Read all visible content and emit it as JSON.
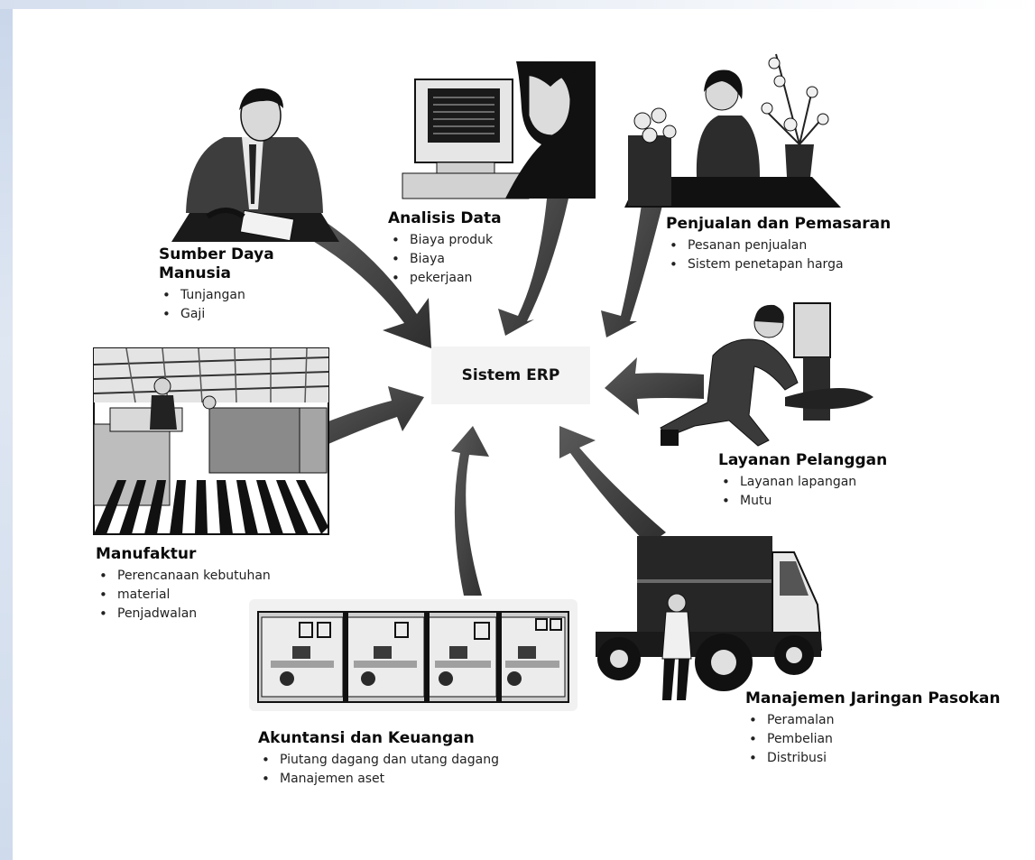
{
  "diagram": {
    "center": "Sistem ERP",
    "modules": {
      "hr": {
        "title_line1": "Sumber Daya",
        "title_line2": "Manusia",
        "items": [
          "Tunjangan",
          "Gaji"
        ]
      },
      "data": {
        "title": "Analisis Data",
        "items": [
          "Biaya produk",
          "Biaya",
          "pekerjaan"
        ]
      },
      "sales": {
        "title": "Penjualan dan Pemasaran",
        "items": [
          "Pesanan penjualan",
          "Sistem penetapan harga"
        ]
      },
      "service": {
        "title": "Layanan Pelanggan",
        "items": [
          "Layanan lapangan",
          "Mutu"
        ]
      },
      "supply": {
        "title": "Manajemen Jaringan Pasokan",
        "items": [
          "Peramalan",
          "Pembelian",
          "Distribusi"
        ]
      },
      "accounting": {
        "title": "Akuntansi dan Keuangan",
        "items": [
          "Piutang dagang dan utang dagang",
          "Manajemen aset"
        ]
      },
      "manufacturing": {
        "title": "Manufaktur",
        "items": [
          "Perencanaan kebutuhan",
          "material",
          "Penjadwalan"
        ]
      }
    }
  },
  "colors": {
    "arrow": "#3a3a3a",
    "ink": "#111111",
    "center_bg": "#f3f3f3"
  }
}
